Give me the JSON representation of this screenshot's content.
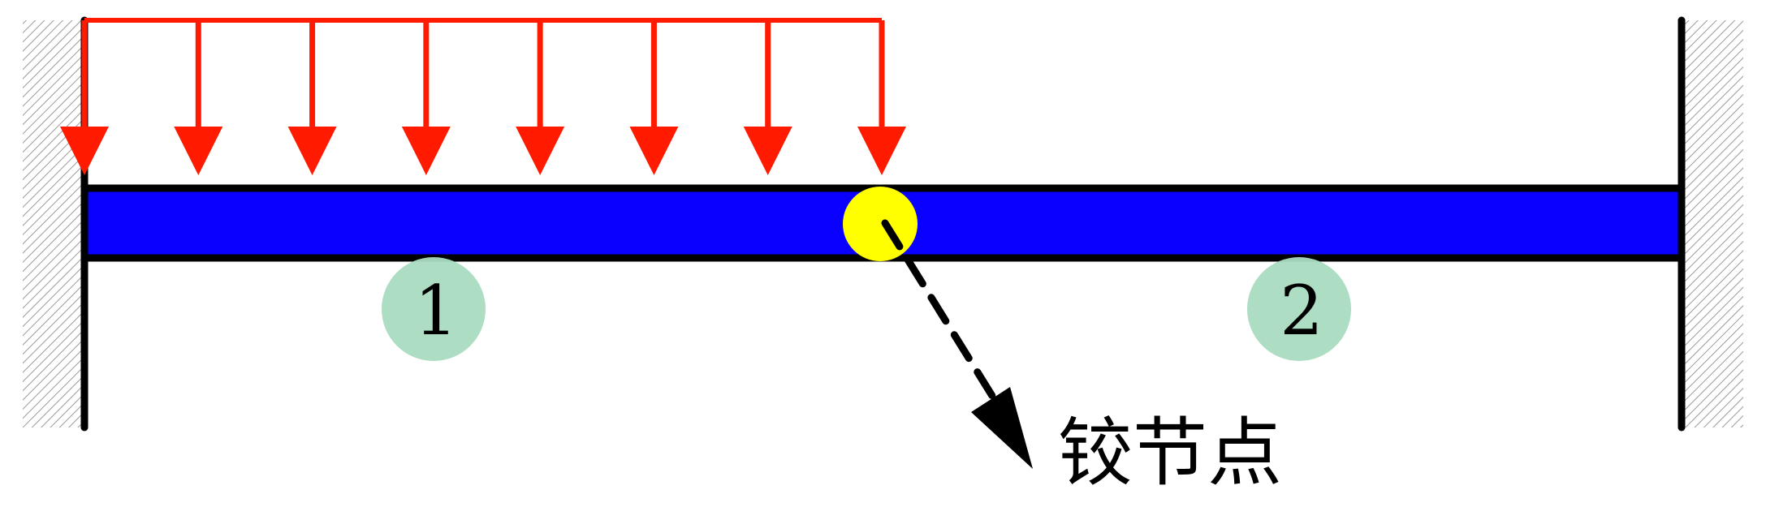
{
  "colors": {
    "beam_fill": "#0a00ff",
    "beam_outline": "#000000",
    "load": "#ff1a00",
    "hinge": "#ffff00",
    "member_marker": "#a9dbbf",
    "support_hatch": "#9a9a9a",
    "leader": "#000000"
  },
  "load": {
    "type": "uniformly distributed load",
    "arrow_count": 8
  },
  "members": [
    {
      "label": "1"
    },
    {
      "label": "2"
    }
  ],
  "supports": [
    {
      "type": "fixed",
      "side": "left"
    },
    {
      "type": "fixed",
      "side": "right"
    }
  ],
  "hinge": {
    "label": "铰节点",
    "icon": "hinge-node-icon"
  }
}
